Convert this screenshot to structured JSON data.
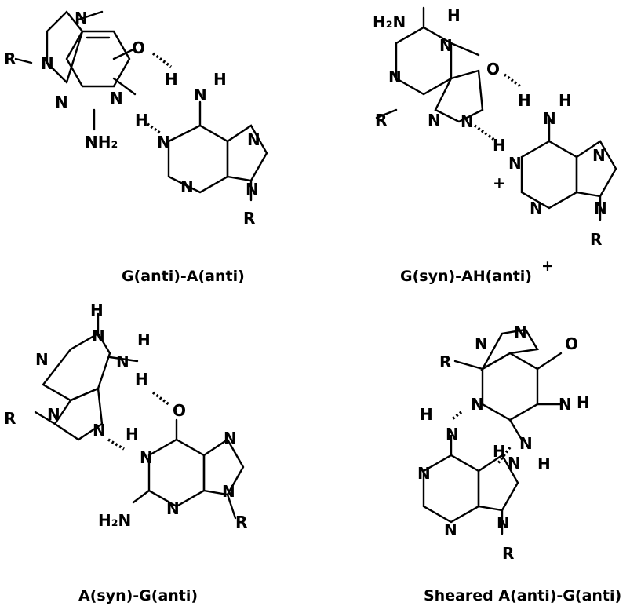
{
  "panels": [
    {
      "caption": "G(anti)-A(anti)",
      "charge": ""
    },
    {
      "caption": "G(syn)-AH(anti)",
      "charge": "+"
    },
    {
      "caption": "A(syn)-G(anti)",
      "charge": ""
    },
    {
      "caption": "Sheared A(anti)-G(anti)",
      "charge": ""
    }
  ],
  "atoms": {
    "N": "N",
    "O": "O",
    "H": "H",
    "R": "R",
    "NH2": "NH₂",
    "H2N": "H₂N",
    "plus": "+"
  },
  "colors": {
    "ink": "#000000",
    "background": "#ffffff"
  }
}
